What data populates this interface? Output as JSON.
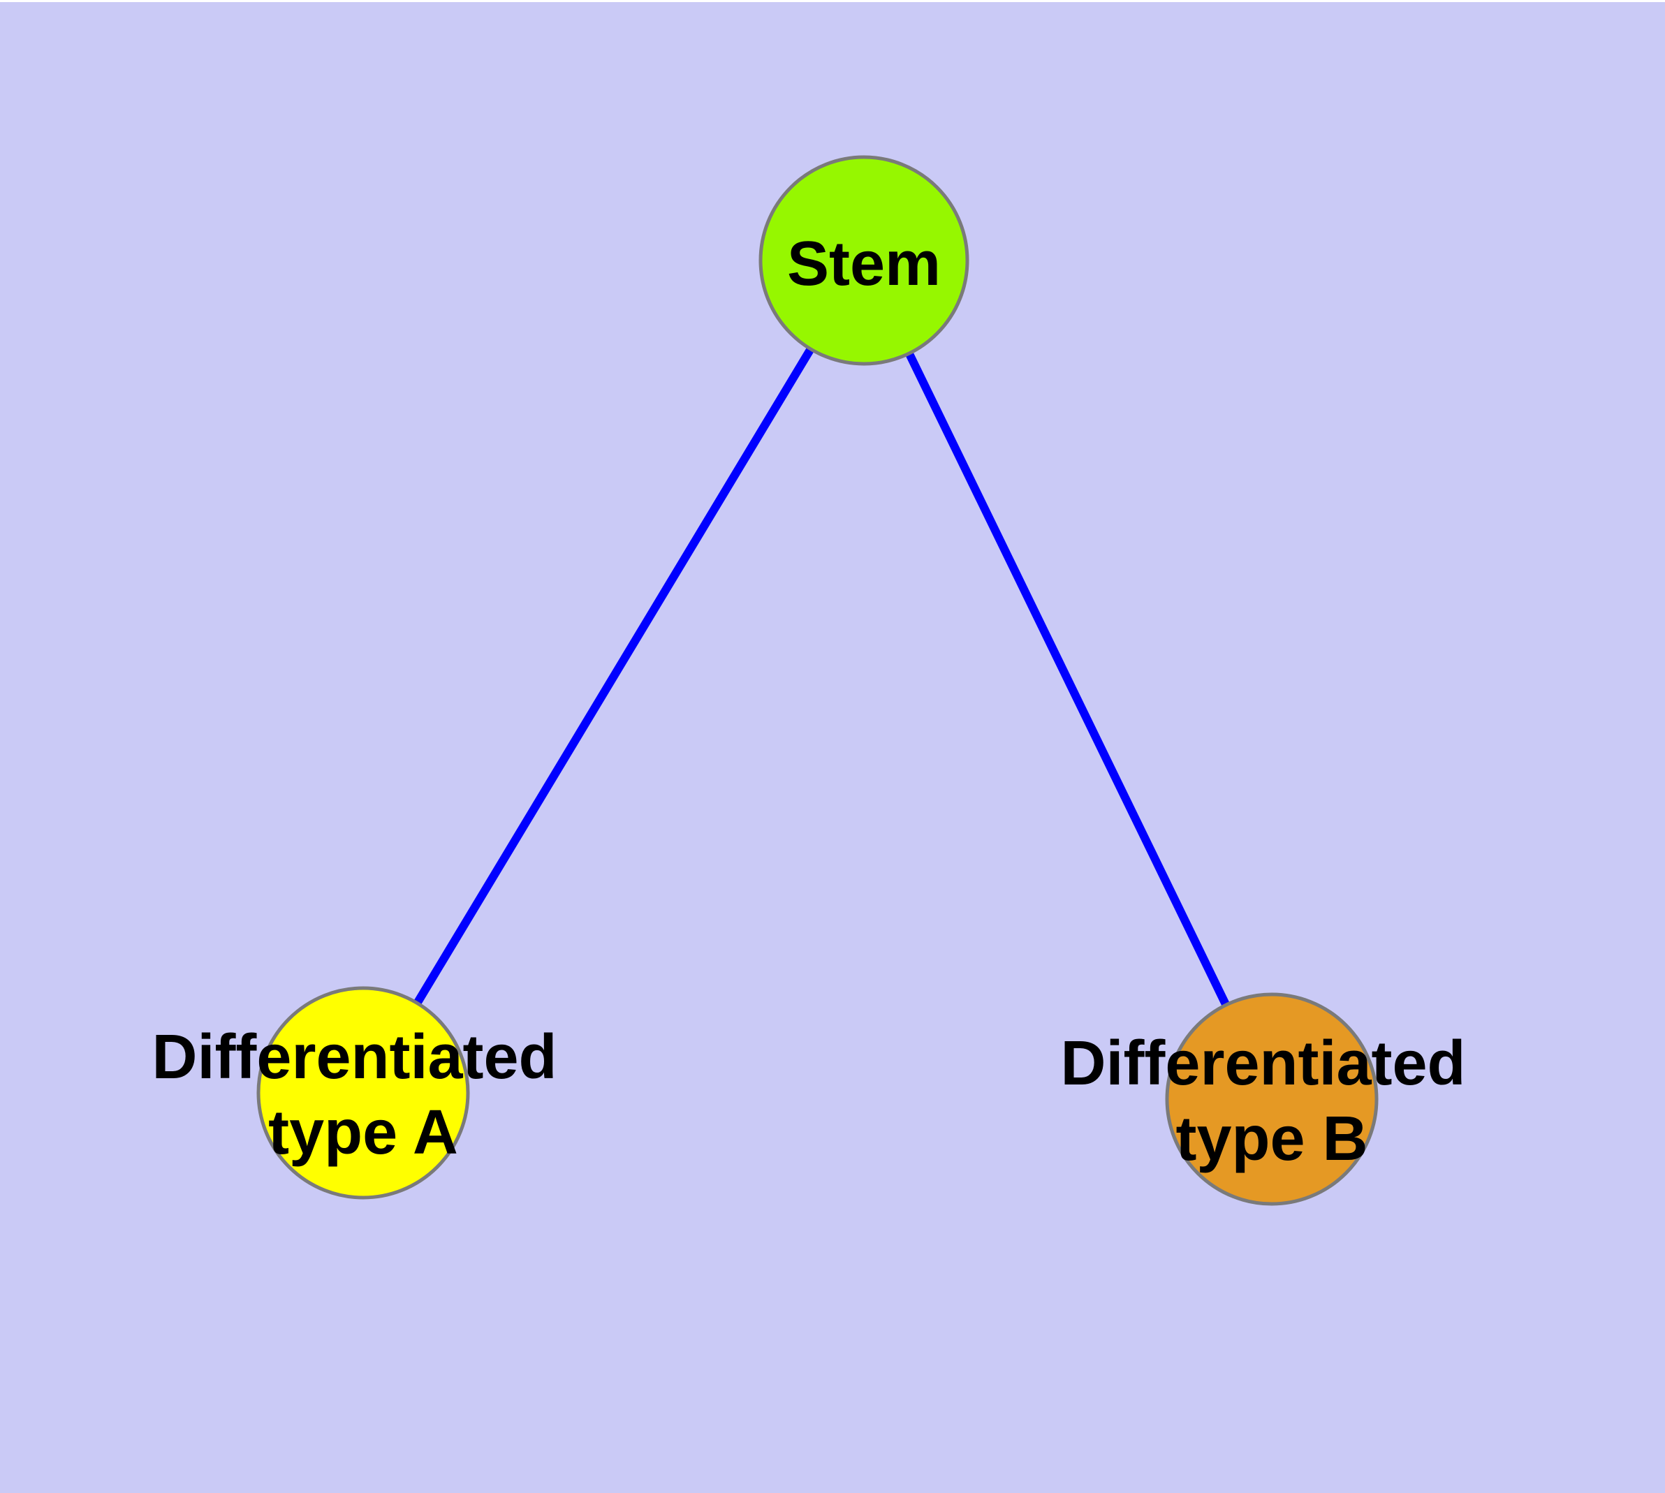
{
  "diagram": {
    "type": "graph",
    "title": "Stem cell differentiation graph",
    "background_color": "#CACAF6",
    "top_margin_color": "#FFFFFF",
    "edge_color": "#0000FF",
    "node_border_color": "#7A7A7A",
    "label_color": "#000000",
    "nodes": [
      {
        "id": "stem",
        "label": "Stem",
        "label_lines": [
          "Stem"
        ],
        "fill": "#96F700"
      },
      {
        "id": "differentiated-type-a",
        "label": "Differentiated type A",
        "label_lines": [
          "Differentiated",
          "type A"
        ],
        "fill": "#FFFF00"
      },
      {
        "id": "differentiated-type-b",
        "label": "Differentiated type B",
        "label_lines": [
          "Differentiated",
          "type B"
        ],
        "fill": "#E59924"
      }
    ],
    "edges": [
      {
        "from": "stem",
        "to": "differentiated-type-a"
      },
      {
        "from": "stem",
        "to": "differentiated-type-b"
      }
    ]
  }
}
